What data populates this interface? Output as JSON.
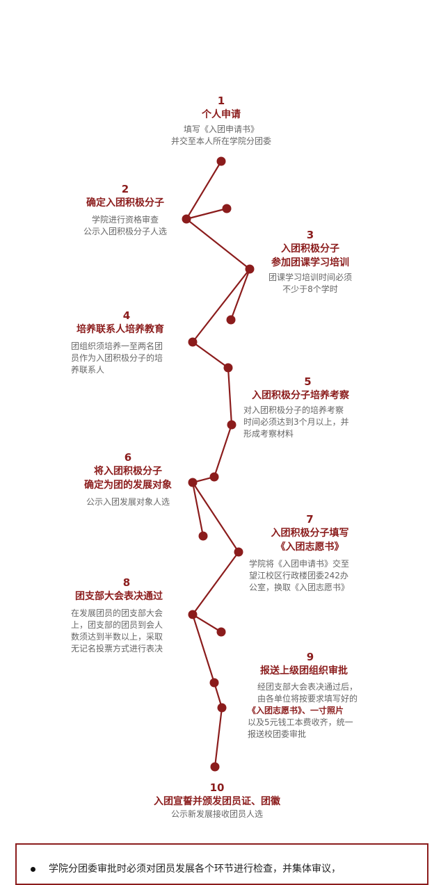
{
  "steps": [
    {
      "num": "1",
      "title": [
        "个人申请"
      ],
      "desc": [
        "填写《入团申请书》",
        "并交至本人所在学院分团委"
      ]
    },
    {
      "num": "2",
      "title": [
        "确定入团积极分子"
      ],
      "desc": [
        "学院进行资格审查",
        "公示入团积极分子人选"
      ]
    },
    {
      "num": "3",
      "title": [
        "入团积极分子",
        "参加团课学习培训"
      ],
      "desc": [
        "团课学习培训时间必须",
        "不少于8个学时"
      ]
    },
    {
      "num": "4",
      "title": [
        "培养联系人培养教育"
      ],
      "desc": [
        "团组织须培养一至两名团",
        "员作为入团积极分子的培",
        "养联系人"
      ]
    },
    {
      "num": "5",
      "title": [
        "入团积极分子培养考察"
      ],
      "desc": [
        "对入团积极分子的培养考察",
        "时间必须达到3个月以上，并",
        "形成考察材料"
      ]
    },
    {
      "num": "6",
      "title": [
        "将入团积极分子",
        "确定为团的发展对象"
      ],
      "desc": [
        "公示入团发展对象人选"
      ]
    },
    {
      "num": "7",
      "title": [
        "入团积极分子填写",
        "《入团志愿书》"
      ],
      "desc": [
        "学院将《入团申请书》交至",
        "望江校区行政楼团委242办",
        "公室，换取《入团志愿书》"
      ]
    },
    {
      "num": "8",
      "title": [
        "团支部大会表决通过"
      ],
      "desc": [
        "在发展团员的团支部大会",
        "上，团支部的团员到会人",
        "数须达到半数以上，采取",
        "无记名投票方式进行表决"
      ]
    },
    {
      "num": "9",
      "title": [
        "报送上级团组织审批"
      ],
      "desc": [
        "经团支部大会表决通过后，",
        "由各单位将按要求填写好的",
        "《入团志愿书》、一寸照片",
        "以及5元钱工本费收齐，统一",
        "报送校团委审批"
      ]
    },
    {
      "num": "10",
      "title": [
        "入团宣誓并颁发团员证、团徽"
      ],
      "desc": [
        "公示新发展接收团员人选"
      ]
    }
  ],
  "note": {
    "text": "学院分团委审批时必须对团员发展各个环节进行检查，并集体审议，"
  },
  "colors": {
    "accent": "#8b1c1c",
    "text_gray": "#666666"
  }
}
